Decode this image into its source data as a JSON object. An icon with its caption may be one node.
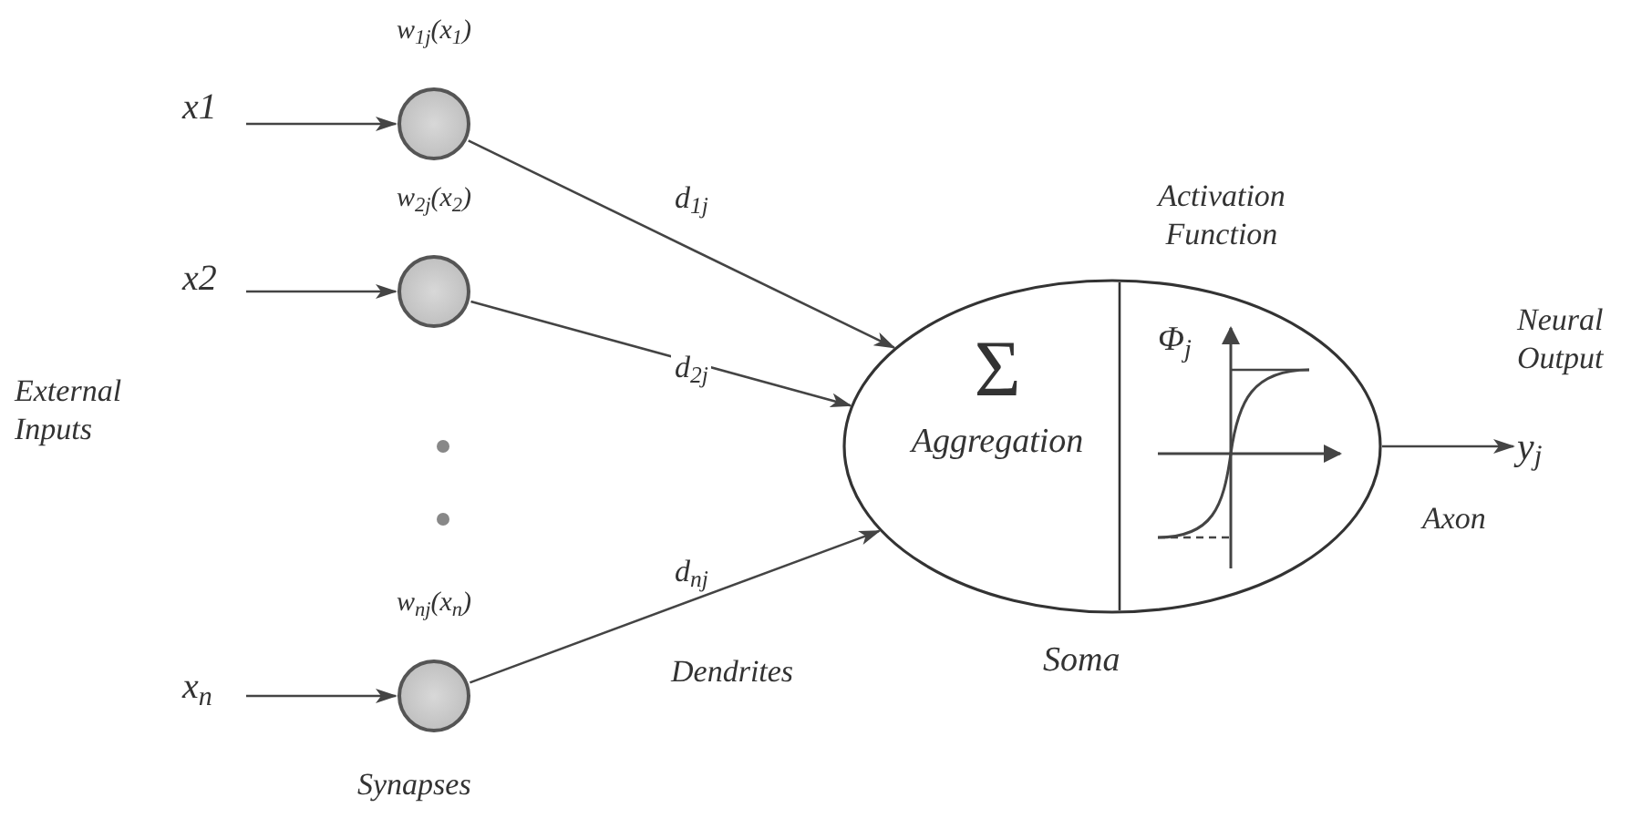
{
  "diagram": {
    "nodes": [
      {
        "text": [
          "x1"
        ]
      },
      {
        "text": [
          "x2"
        ]
      },
      {
        "text": [
          "x$_{n}$"
        ]
      },
      {
        "text": [
          "w$_{1j}$(x$_{1}$)"
        ]
      },
      {
        "text": [
          "w$_{2j}$(x$_{2}$)"
        ]
      },
      {
        "text": [
          "w$_{nj}$(x$_{n}$)"
        ]
      },
      {
        "text": [
          "Soma"
        ]
      },
      {
        "text": [
          "Σ",
          "Aggregation"
        ],
        "in": 6
      },
      {
        "text": [
          "Φ$_{j}$"
        ],
        "in": 6,
        "beside": [
          "Activation Function"
        ]
      },
      {
        "text": [
          "y$_{j}$"
        ]
      }
    ],
    "edges": [
      {
        "from": 0,
        "to": 3,
        "arrow": "to"
      },
      {
        "from": 1,
        "to": 4,
        "arrow": "to"
      },
      {
        "from": 2,
        "to": 5,
        "arrow": "to"
      },
      {
        "from": 3,
        "to": 6,
        "arrow": "to",
        "label": "d$_{1j}$"
      },
      {
        "from": 4,
        "to": 6,
        "arrow": "to",
        "label": "d$_{2j}$"
      },
      {
        "from": 5,
        "to": 6,
        "arrow": "to",
        "label": "d$_{nj}$"
      },
      {
        "from": 6,
        "to": 9,
        "arrow": "to",
        "label": "Axon"
      }
    ],
    "labels": [
      "External Inputs",
      "Dendrites",
      "Synapses",
      "Neural Output"
    ]
  }
}
